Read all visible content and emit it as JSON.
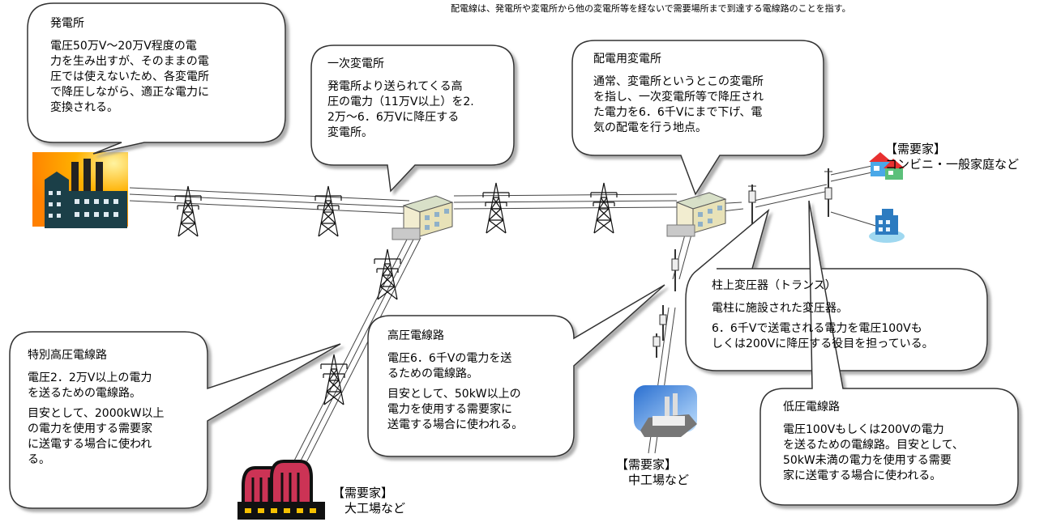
{
  "note": "配電線は、発電所や変電所から他の変電所等を経ないで需要場所まで到達する電線路のことを指す。",
  "bubbles": {
    "power_plant": {
      "title": "発電所",
      "body": "電圧50万V～20万V程度の電\n力を生み出すが、そのままの電\n圧では使えないため、各変電所\nで降圧しながら、適正な電力に\n変換される。"
    },
    "primary_substation": {
      "title": "一次変電所",
      "body": "発電所より送られてくる高\n圧の電力（11万V以上）を2.\n2万～6．6万Vに降圧する\n変電所。"
    },
    "distribution_substation": {
      "title": "配電用変電所",
      "body": "通常、変電所というとこの変電所\nを指し、一次変電所等で降圧され\nた電力を6．6千Vにまで下げ、電\n気の配電を行う地点。"
    },
    "pole_transformer": {
      "title": "柱上変圧器（トランス）",
      "body1": "電柱に施設された変圧器。",
      "body2": "6．6千Vで送電される電力を電圧100Vも\nしくは200Vに降圧する役目を担っている。"
    },
    "extra_high_voltage_line": {
      "title": "特別高圧電線路",
      "body1": "電圧2．2万V以上の電力\nを送るための電線路。",
      "body2": "目安として、2000kW以上\nの電力を使用する需要家\nに送電する場合に使われ\nる。"
    },
    "high_voltage_line": {
      "title": "高圧電線路",
      "body1": "電圧6．6千Vの電力を送\nるための電線路。",
      "body2": "目安として、50kW以上の\n電力を使用する需要家に\n送電する場合に使われる。"
    },
    "low_voltage_line": {
      "title": "低圧電線路",
      "body": "電圧100Vもしくは200Vの電力\nを送るための電線路。目安として、\n50kW未満の電力を使用する需要\n家に送電する場合に使われる。"
    }
  },
  "consumers": {
    "home": "【需要家】\nコンビニ・一般家庭など",
    "medium_factory": "【需要家】\n　中工場など",
    "large_factory": "【需要家】\n　大工場など"
  }
}
